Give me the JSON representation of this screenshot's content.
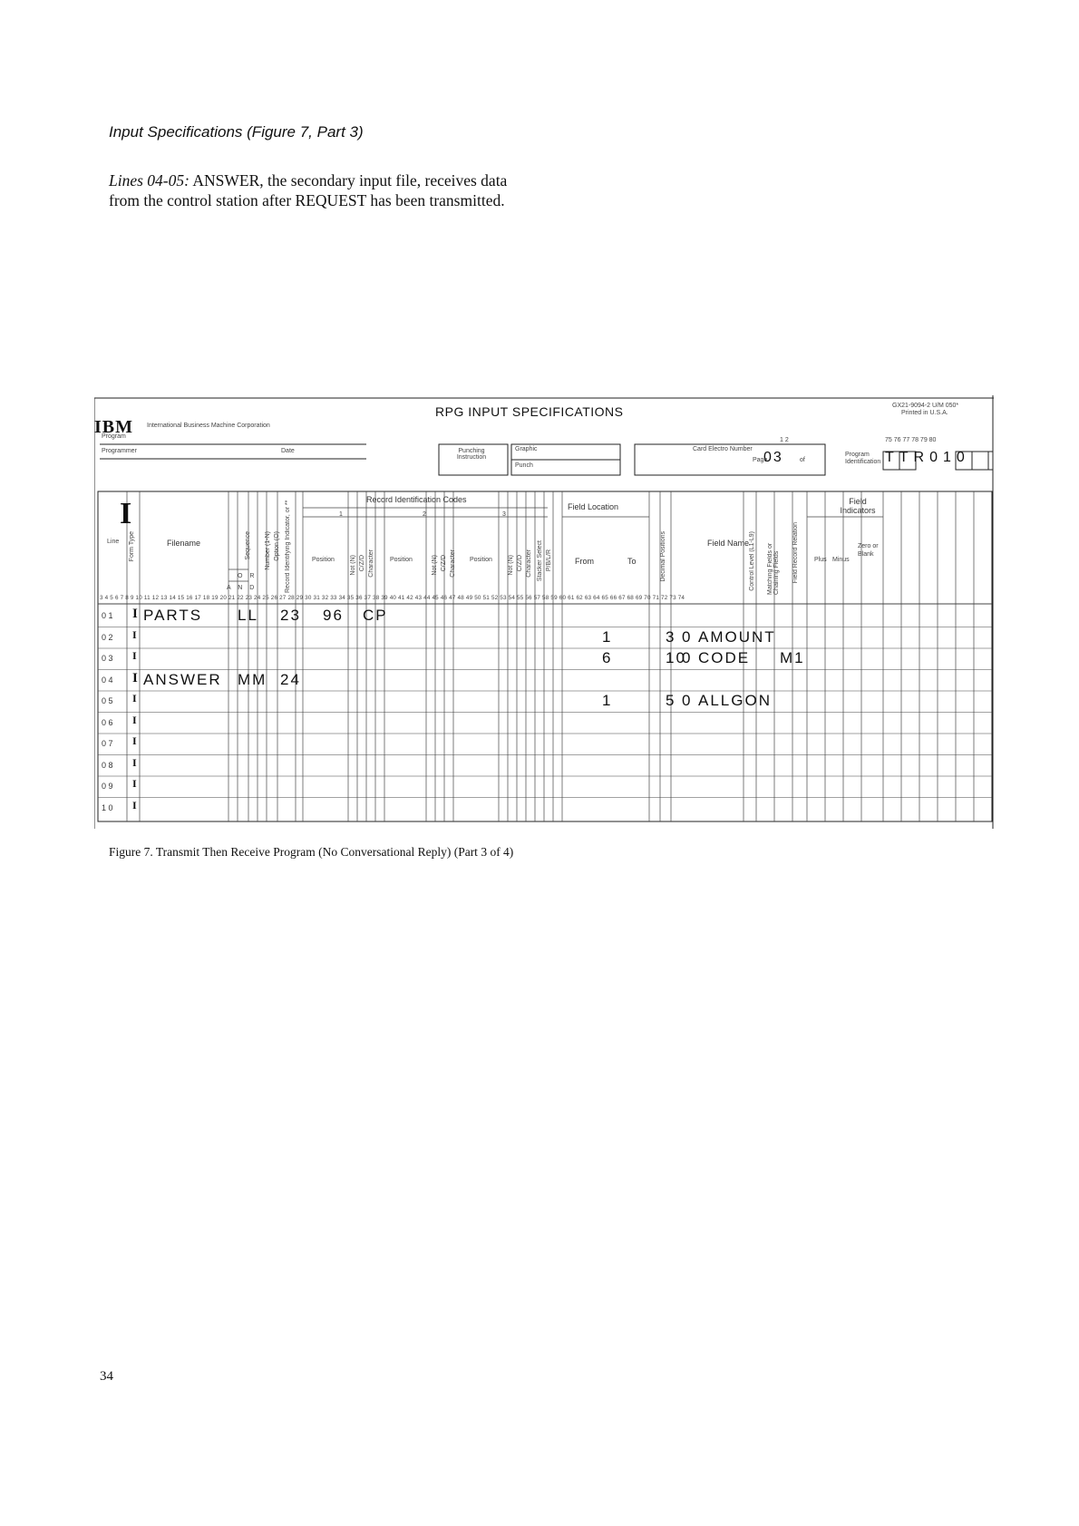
{
  "section_heading": "Input Specifications (Figure 7, Part 3)",
  "paragraph": {
    "lead": "Lines 04-05:",
    "text": " ANSWER, the secondary input file, receives data from the control station after REQUEST has been transmitted."
  },
  "form": {
    "title": "RPG    INPUT SPECIFICATIONS",
    "logo": "IBM",
    "corp_line": "International Business Machine Corporation",
    "form_number": "GX21-9094-2 U/M 050*",
    "printed_in": "Printed in U.S.A.",
    "header_fields": {
      "program": "Program",
      "programmer": "Programmer",
      "date": "Date",
      "punching_instruction": "Punching Instruction",
      "graphic": "Graphic",
      "punch": "Punch",
      "card_electro_number": "Card Electro Number",
      "page_label": "Page",
      "of_label": "of",
      "page_value": "03",
      "page_cols": "1  2",
      "program_identification_label": "Program Identification",
      "program_identification_value": "TTR010",
      "id_cols": "75  76  77  78  79  80"
    },
    "form_type": "I",
    "column_headers": {
      "line": "Line",
      "form_type": "Form Type",
      "filename": "Filename",
      "sequence": "Sequence",
      "or": "O R",
      "and": "A N D",
      "number": "Number (1-N)",
      "option": "Option (O)",
      "record_identifying_indicator": "Record Identifying Indicator, or **",
      "record_identification_codes": "Record Identification Codes",
      "group_1": "1",
      "group_2": "2",
      "group_3": "3",
      "position": "Position",
      "not": "Not (N)",
      "czd": "C/Z/D",
      "character": "Character",
      "stacker_select": "Stacker Select",
      "pblr": "P/B/L/R",
      "field_location": "Field Location",
      "from": "From",
      "to": "To",
      "decimal_positions": "Decimal Positions",
      "field_name": "Field Name",
      "control_level": "Control Level (L1-L9)",
      "matching_fields": "Matching Fields or Chaining Fields",
      "field_record_relation": "Field Record Relation",
      "field_indicators": "Field Indicators",
      "plus": "Plus",
      "minus": "Minus",
      "zero_blank": "Zero or Blank"
    },
    "column_numbers": "3 4 5 6 7 8 9 10 11 12 13 14 15 16 17 18 19 20 21 22 23 24 25 26 27 28 29 30 31 32 33 34 35 36 37 38 39 40 41 42 43 44 45 46 47 48 49 50 51 52 53 54 55 56 57 58 59 60 61 62 63 64 65 66 67 68 69 70 71 72 73 74",
    "rows": [
      {
        "line": "0 1",
        "type": "I",
        "filename": "PARTS",
        "sequence": "LL",
        "indicator": "23",
        "position": "96",
        "codes": "CP",
        "from": "",
        "to": "",
        "decimal": "",
        "field_name": "",
        "matching": ""
      },
      {
        "line": "0 2",
        "type": "I",
        "filename": "",
        "sequence": "",
        "indicator": "",
        "position": "",
        "codes": "",
        "from": "1",
        "to": "3",
        "decimal": "0",
        "field_name": "AMOUNT",
        "matching": ""
      },
      {
        "line": "0 3",
        "type": "I",
        "filename": "",
        "sequence": "",
        "indicator": "",
        "position": "",
        "codes": "",
        "from": "6",
        "to": "10",
        "decimal": "0",
        "field_name": "CODE",
        "matching": "M1"
      },
      {
        "line": "0 4",
        "type": "I",
        "filename": "ANSWER",
        "sequence": "MM",
        "indicator": "24",
        "position": "",
        "codes": "",
        "from": "",
        "to": "",
        "decimal": "",
        "field_name": "",
        "matching": ""
      },
      {
        "line": "0 5",
        "type": "I",
        "filename": "",
        "sequence": "",
        "indicator": "",
        "position": "",
        "codes": "",
        "from": "1",
        "to": "5",
        "decimal": "0",
        "field_name": "ALLGON",
        "matching": ""
      },
      {
        "line": "0 6",
        "type": "I",
        "filename": "",
        "sequence": "",
        "indicator": "",
        "position": "",
        "codes": "",
        "from": "",
        "to": "",
        "decimal": "",
        "field_name": "",
        "matching": ""
      },
      {
        "line": "0 7",
        "type": "I",
        "filename": "",
        "sequence": "",
        "indicator": "",
        "position": "",
        "codes": "",
        "from": "",
        "to": "",
        "decimal": "",
        "field_name": "",
        "matching": ""
      },
      {
        "line": "0 8",
        "type": "I",
        "filename": "",
        "sequence": "",
        "indicator": "",
        "position": "",
        "codes": "",
        "from": "",
        "to": "",
        "decimal": "",
        "field_name": "",
        "matching": ""
      },
      {
        "line": "0 9",
        "type": "I",
        "filename": "",
        "sequence": "",
        "indicator": "",
        "position": "",
        "codes": "",
        "from": "",
        "to": "",
        "decimal": "",
        "field_name": "",
        "matching": ""
      },
      {
        "line": "1 0",
        "type": "I",
        "filename": "",
        "sequence": "",
        "indicator": "",
        "position": "",
        "codes": "",
        "from": "",
        "to": "",
        "decimal": "",
        "field_name": "",
        "matching": ""
      }
    ]
  },
  "caption": "Figure 7. Transmit Then Receive Program (No Conversational Reply) (Part 3 of 4)",
  "page_number": "34"
}
